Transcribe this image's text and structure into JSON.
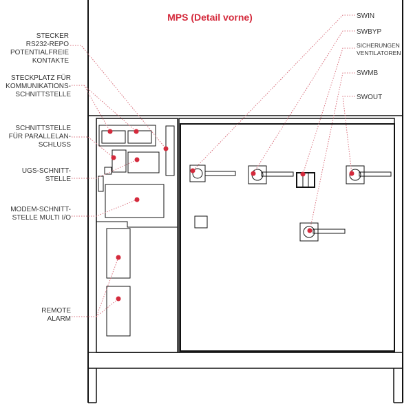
{
  "title": "MPS (Detail vorne)",
  "left_labels": [
    {
      "lines": [
        "STECKER",
        "RS232-REPO",
        "POTENTIALFREIE",
        "KONTAKTE"
      ]
    },
    {
      "lines": [
        "STECKPLATZ FÜR",
        "KOMMUNIKATIONS-",
        "SCHNITTSTELLE"
      ]
    },
    {
      "lines": [
        "SCHNITTSTELLE",
        "FÜR PARALLELAN-",
        "SCHLUSS"
      ]
    },
    {
      "lines": [
        "UGS-SCHNITT-",
        "STELLE"
      ]
    },
    {
      "lines": [
        "MODEM-SCHNITT-",
        "STELLE MULTI I/O"
      ]
    },
    {
      "lines": [
        "REMOTE",
        "ALARM"
      ]
    }
  ],
  "right_labels": [
    {
      "lines": [
        "SWIN"
      ]
    },
    {
      "lines": [
        "SWBYP"
      ]
    },
    {
      "lines": [
        "SICHERUNGEN",
        "VENTILATOREN"
      ]
    },
    {
      "lines": [
        "SWMB"
      ]
    },
    {
      "lines": [
        "SWOUT"
      ]
    }
  ],
  "colors": {
    "accent": "#d42a3c",
    "line": "#111111"
  }
}
